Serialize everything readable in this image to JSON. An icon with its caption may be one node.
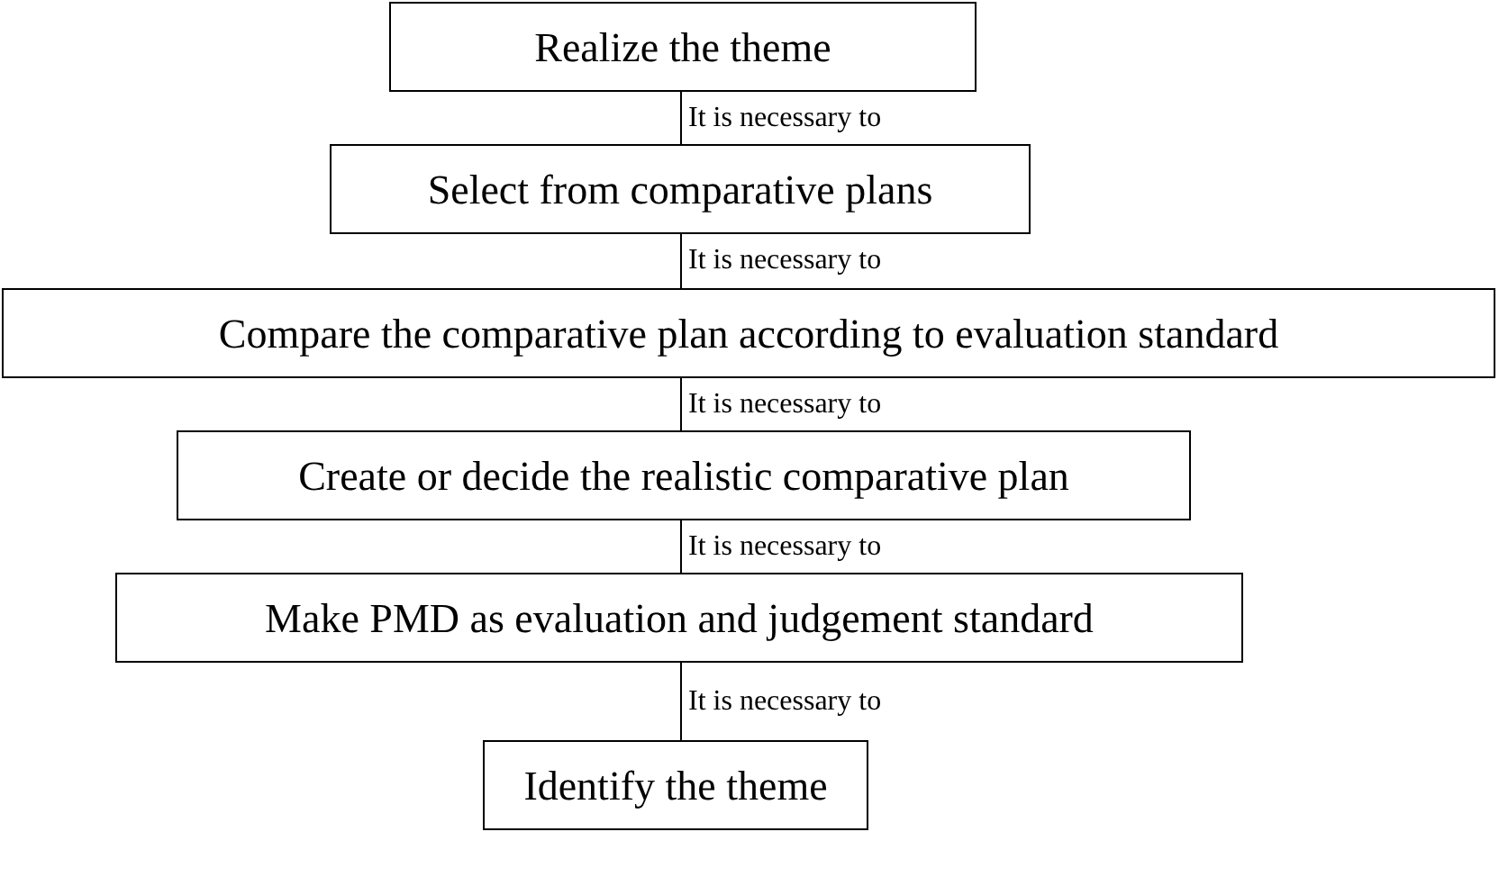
{
  "diagram": {
    "nodes": [
      {
        "text": [
          "Realize the theme"
        ]
      },
      {
        "text": [
          "Select from comparative plans"
        ]
      },
      {
        "text": [
          "Compare the comparative plan according to evaluation standard"
        ]
      },
      {
        "text": [
          "Create or decide the realistic comparative plan"
        ]
      },
      {
        "text": [
          "Make PMD as evaluation and judgement standard"
        ]
      },
      {
        "text": [
          "Identify the theme"
        ]
      }
    ],
    "edges": [
      {
        "from": 0,
        "to": 1,
        "arrow": "none",
        "label": "It is necessary to"
      },
      {
        "from": 1,
        "to": 2,
        "arrow": "none",
        "label": "It is necessary to"
      },
      {
        "from": 2,
        "to": 3,
        "arrow": "none",
        "label": "It is necessary to"
      },
      {
        "from": 3,
        "to": 4,
        "arrow": "none",
        "label": "It is necessary to"
      },
      {
        "from": 4,
        "to": 5,
        "arrow": "none",
        "label": "It is necessary to"
      }
    ]
  }
}
